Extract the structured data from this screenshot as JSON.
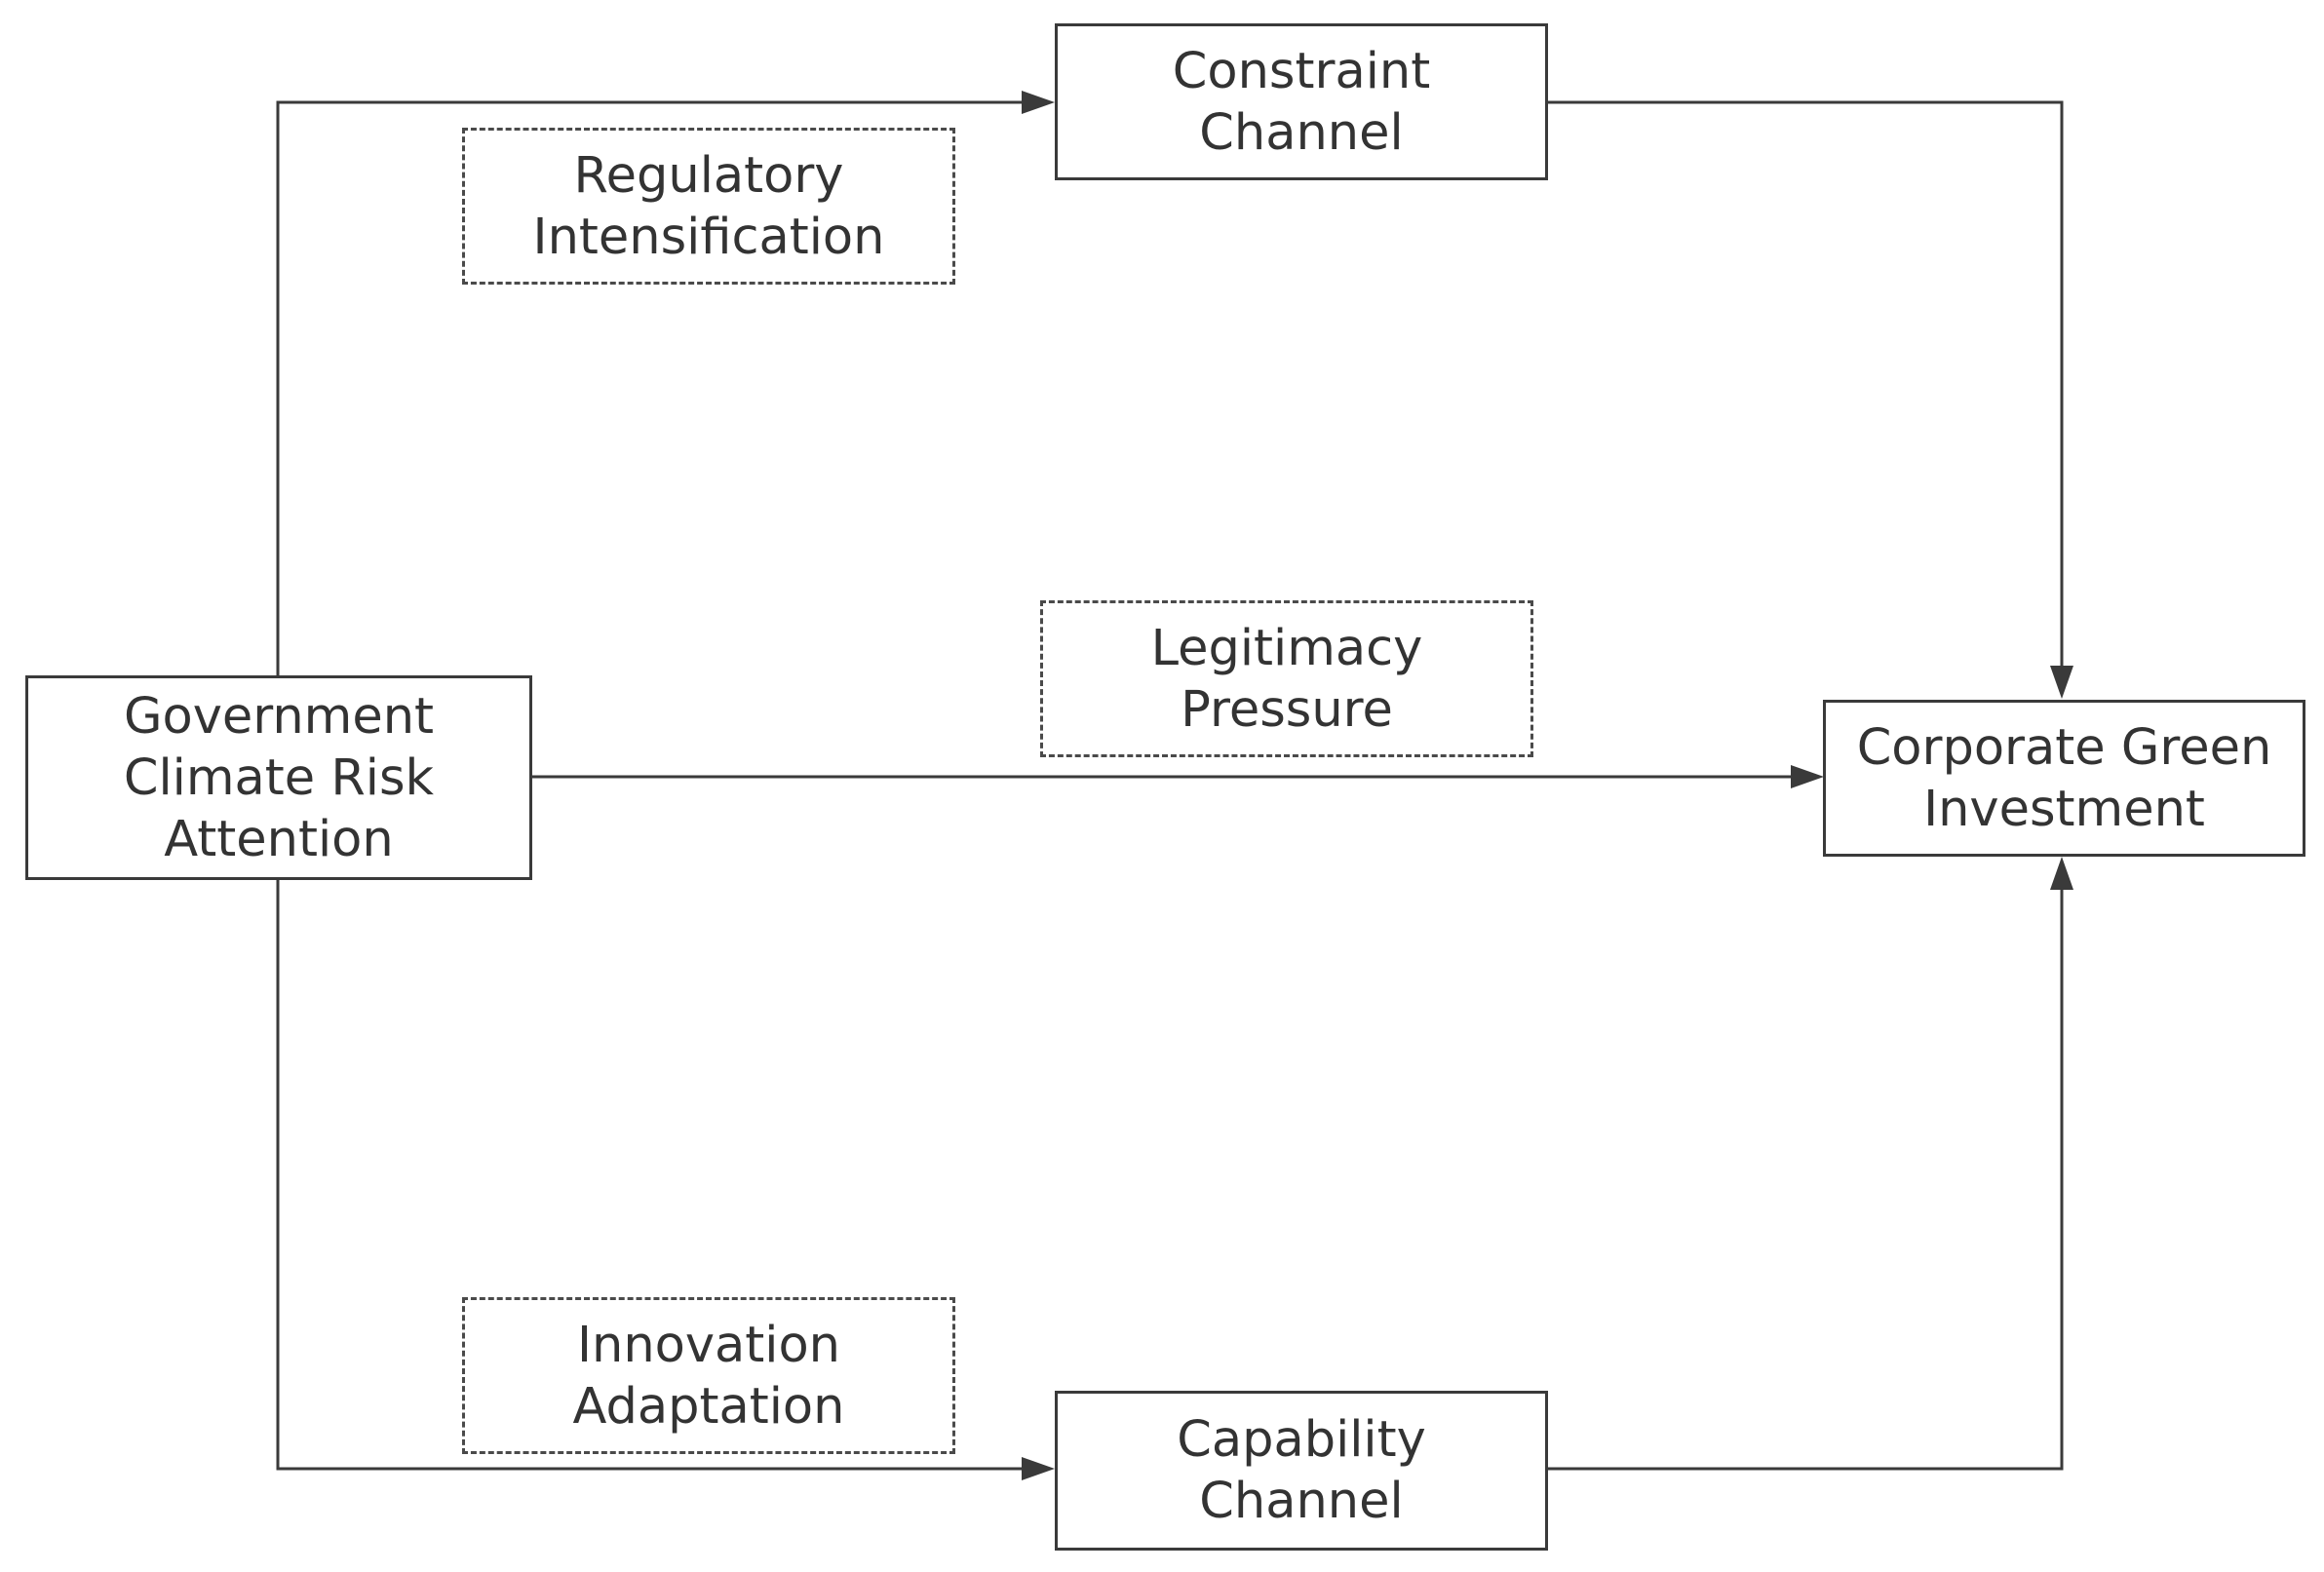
{
  "nodes": {
    "source": {
      "lines": [
        "Government",
        "Climate Risk",
        "Attention"
      ]
    },
    "target": {
      "lines": [
        "Corporate Green",
        "Investment"
      ]
    },
    "constraint_channel": {
      "lines": [
        "Constraint",
        "Channel"
      ]
    },
    "capability_channel": {
      "lines": [
        "Capability",
        "Channel"
      ]
    }
  },
  "mechanisms": {
    "regulatory": {
      "lines": [
        "Regulatory",
        "Intensification"
      ]
    },
    "legitimacy": {
      "lines": [
        "Legitimacy",
        "Pressure"
      ]
    },
    "innovation": {
      "lines": [
        "Innovation",
        "Adaptation"
      ]
    }
  },
  "colors": {
    "line": "#3a3a3a",
    "text": "#333333",
    "background": "#ffffff"
  }
}
